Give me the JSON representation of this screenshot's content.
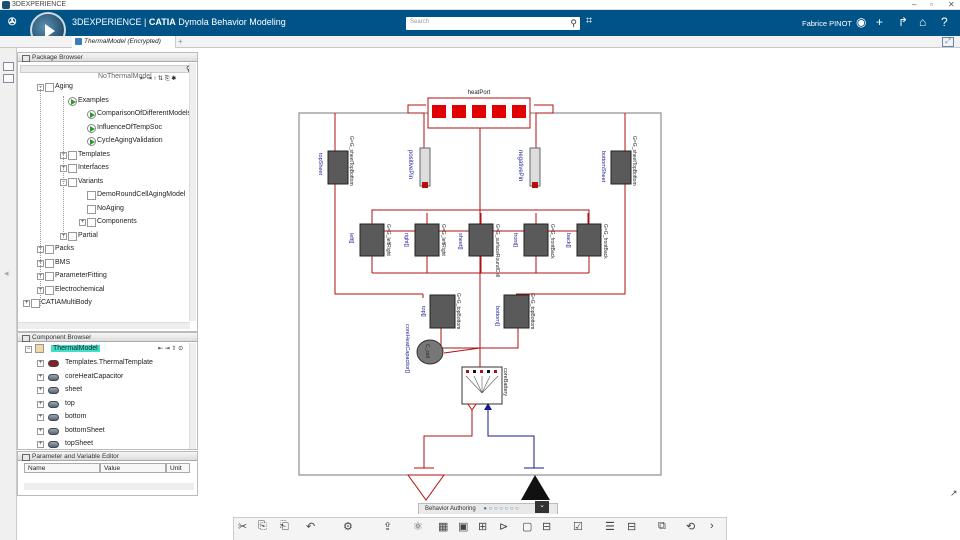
{
  "window": {
    "title": "3DEXPERIENCE"
  },
  "header": {
    "brand_prefix": "3DEXPERIENCE | ",
    "brand_app": "CATIA",
    "brand_suffix": " Dymola Behavior Modeling",
    "search_placeholder": "Search",
    "user": "Fabrice PINOT"
  },
  "tab": {
    "label": "ThermalModel (Encrypted)"
  },
  "package_browser": {
    "title": "Package Browser",
    "partial_top": "NoThermalModel",
    "items": [
      {
        "label": "Aging",
        "level": 1,
        "icon": "package"
      },
      {
        "label": "Examples",
        "level": 2,
        "icon": "play"
      },
      {
        "label": "ComparisonOfDifferentModels",
        "level": 3,
        "icon": "play"
      },
      {
        "label": "InfluenceOfTempSoc",
        "level": 3,
        "icon": "play"
      },
      {
        "label": "CycleAgingValidation",
        "level": 3,
        "icon": "play"
      },
      {
        "label": "Templates",
        "level": 2,
        "icon": "folder"
      },
      {
        "label": "Interfaces",
        "level": 2,
        "icon": "folder"
      },
      {
        "label": "Variants",
        "level": 2,
        "icon": "folder"
      },
      {
        "label": "DemoRoundCellAgingModel",
        "level": 3,
        "icon": "model"
      },
      {
        "label": "NoAging",
        "level": 3,
        "icon": "model"
      },
      {
        "label": "Components",
        "level": 3,
        "icon": "tools"
      },
      {
        "label": "Partial",
        "level": 2,
        "icon": "folder"
      },
      {
        "label": "Packs",
        "level": 1,
        "icon": "package"
      },
      {
        "label": "BMS",
        "level": 1,
        "icon": "package"
      },
      {
        "label": "ParameterFitting",
        "level": 1,
        "icon": "package"
      },
      {
        "label": "Electrochemical",
        "level": 1,
        "icon": "package"
      },
      {
        "label": "CATIAMultiBody",
        "level": 0,
        "icon": "package"
      }
    ]
  },
  "component_browser": {
    "title": "Component Browser",
    "root": "ThermalModel",
    "items": [
      "Templates.ThermalTemplate",
      "coreHeatCapacitor",
      "sheet",
      "top",
      "bottom",
      "bottomSheet",
      "topSheet"
    ]
  },
  "param_editor": {
    "title": "Parameter and Variable Editor",
    "columns": [
      "Name",
      "Value",
      "Unit"
    ]
  },
  "diagram": {
    "heatport_label": "heatPort",
    "pins": {
      "positive": "positivePin",
      "negative": "negativePin"
    },
    "sheets": {
      "top": "topSheet",
      "bottom": "bottomSheet",
      "top_param": "G=G_sheetTopBottom",
      "bottom_param": "G=G_sheetTopBottom"
    },
    "middle": [
      {
        "name": "left[]",
        "param": "G=G_leftRight"
      },
      {
        "name": "right[]",
        "param": "G=G_leftRight"
      },
      {
        "name": "sheet[]",
        "param": "G=G_surfaceRoundCell"
      },
      {
        "name": "front[]",
        "param": "G=G_frontBack"
      },
      {
        "name": "back[]",
        "param": "G=G_frontBack"
      }
    ],
    "lower": [
      {
        "name": "top[]",
        "param": "G=G_topBottom"
      },
      {
        "name": "bottom[]",
        "param": "G=G_topBottom"
      }
    ],
    "capacitor": {
      "name": "coreHeatCapacitor[]",
      "param": "C_cell"
    },
    "battery": {
      "name": "coreBattery"
    }
  },
  "toolbar": {
    "behavior_label": "Behavior Authoring"
  },
  "colors": {
    "topbar": "#005386",
    "wire_red": "#b11010",
    "wire_blue": "#1a1a8a",
    "heat_red": "#e00000"
  }
}
